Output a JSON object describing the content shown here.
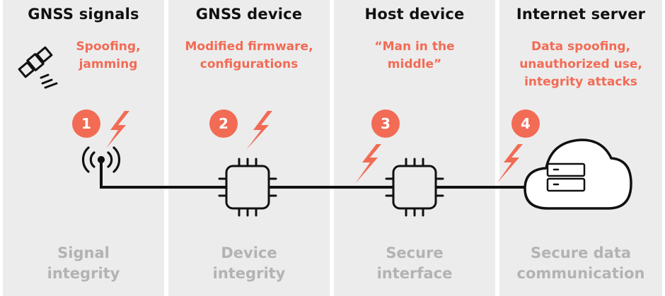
{
  "columns": [
    {
      "title": "GNSS signals",
      "threat": "Spoofing,\njamming",
      "footer": "Signal\nintegrity"
    },
    {
      "title": "GNSS device",
      "threat": "Modified firmware,\nconfigurations",
      "footer": "Device\nintegrity"
    },
    {
      "title": "Host device",
      "threat": "“Man in the\nmiddle”",
      "footer": "Secure\ninterface"
    },
    {
      "title": "Internet server",
      "threat": "Data spoofing,\nunauthorized use,\nintegrity attacks",
      "footer": "Secure data\ncommunication"
    }
  ],
  "badges": [
    "1",
    "2",
    "3",
    "4"
  ],
  "colors": {
    "accent": "#f26b55",
    "panel": "#ececec",
    "line": "#111111",
    "muted": "#b3b3b3"
  },
  "icons": [
    "satellite-icon",
    "antenna-icon",
    "chip-icon",
    "chip-icon",
    "cloud-server-icon",
    "lightning-icon"
  ]
}
